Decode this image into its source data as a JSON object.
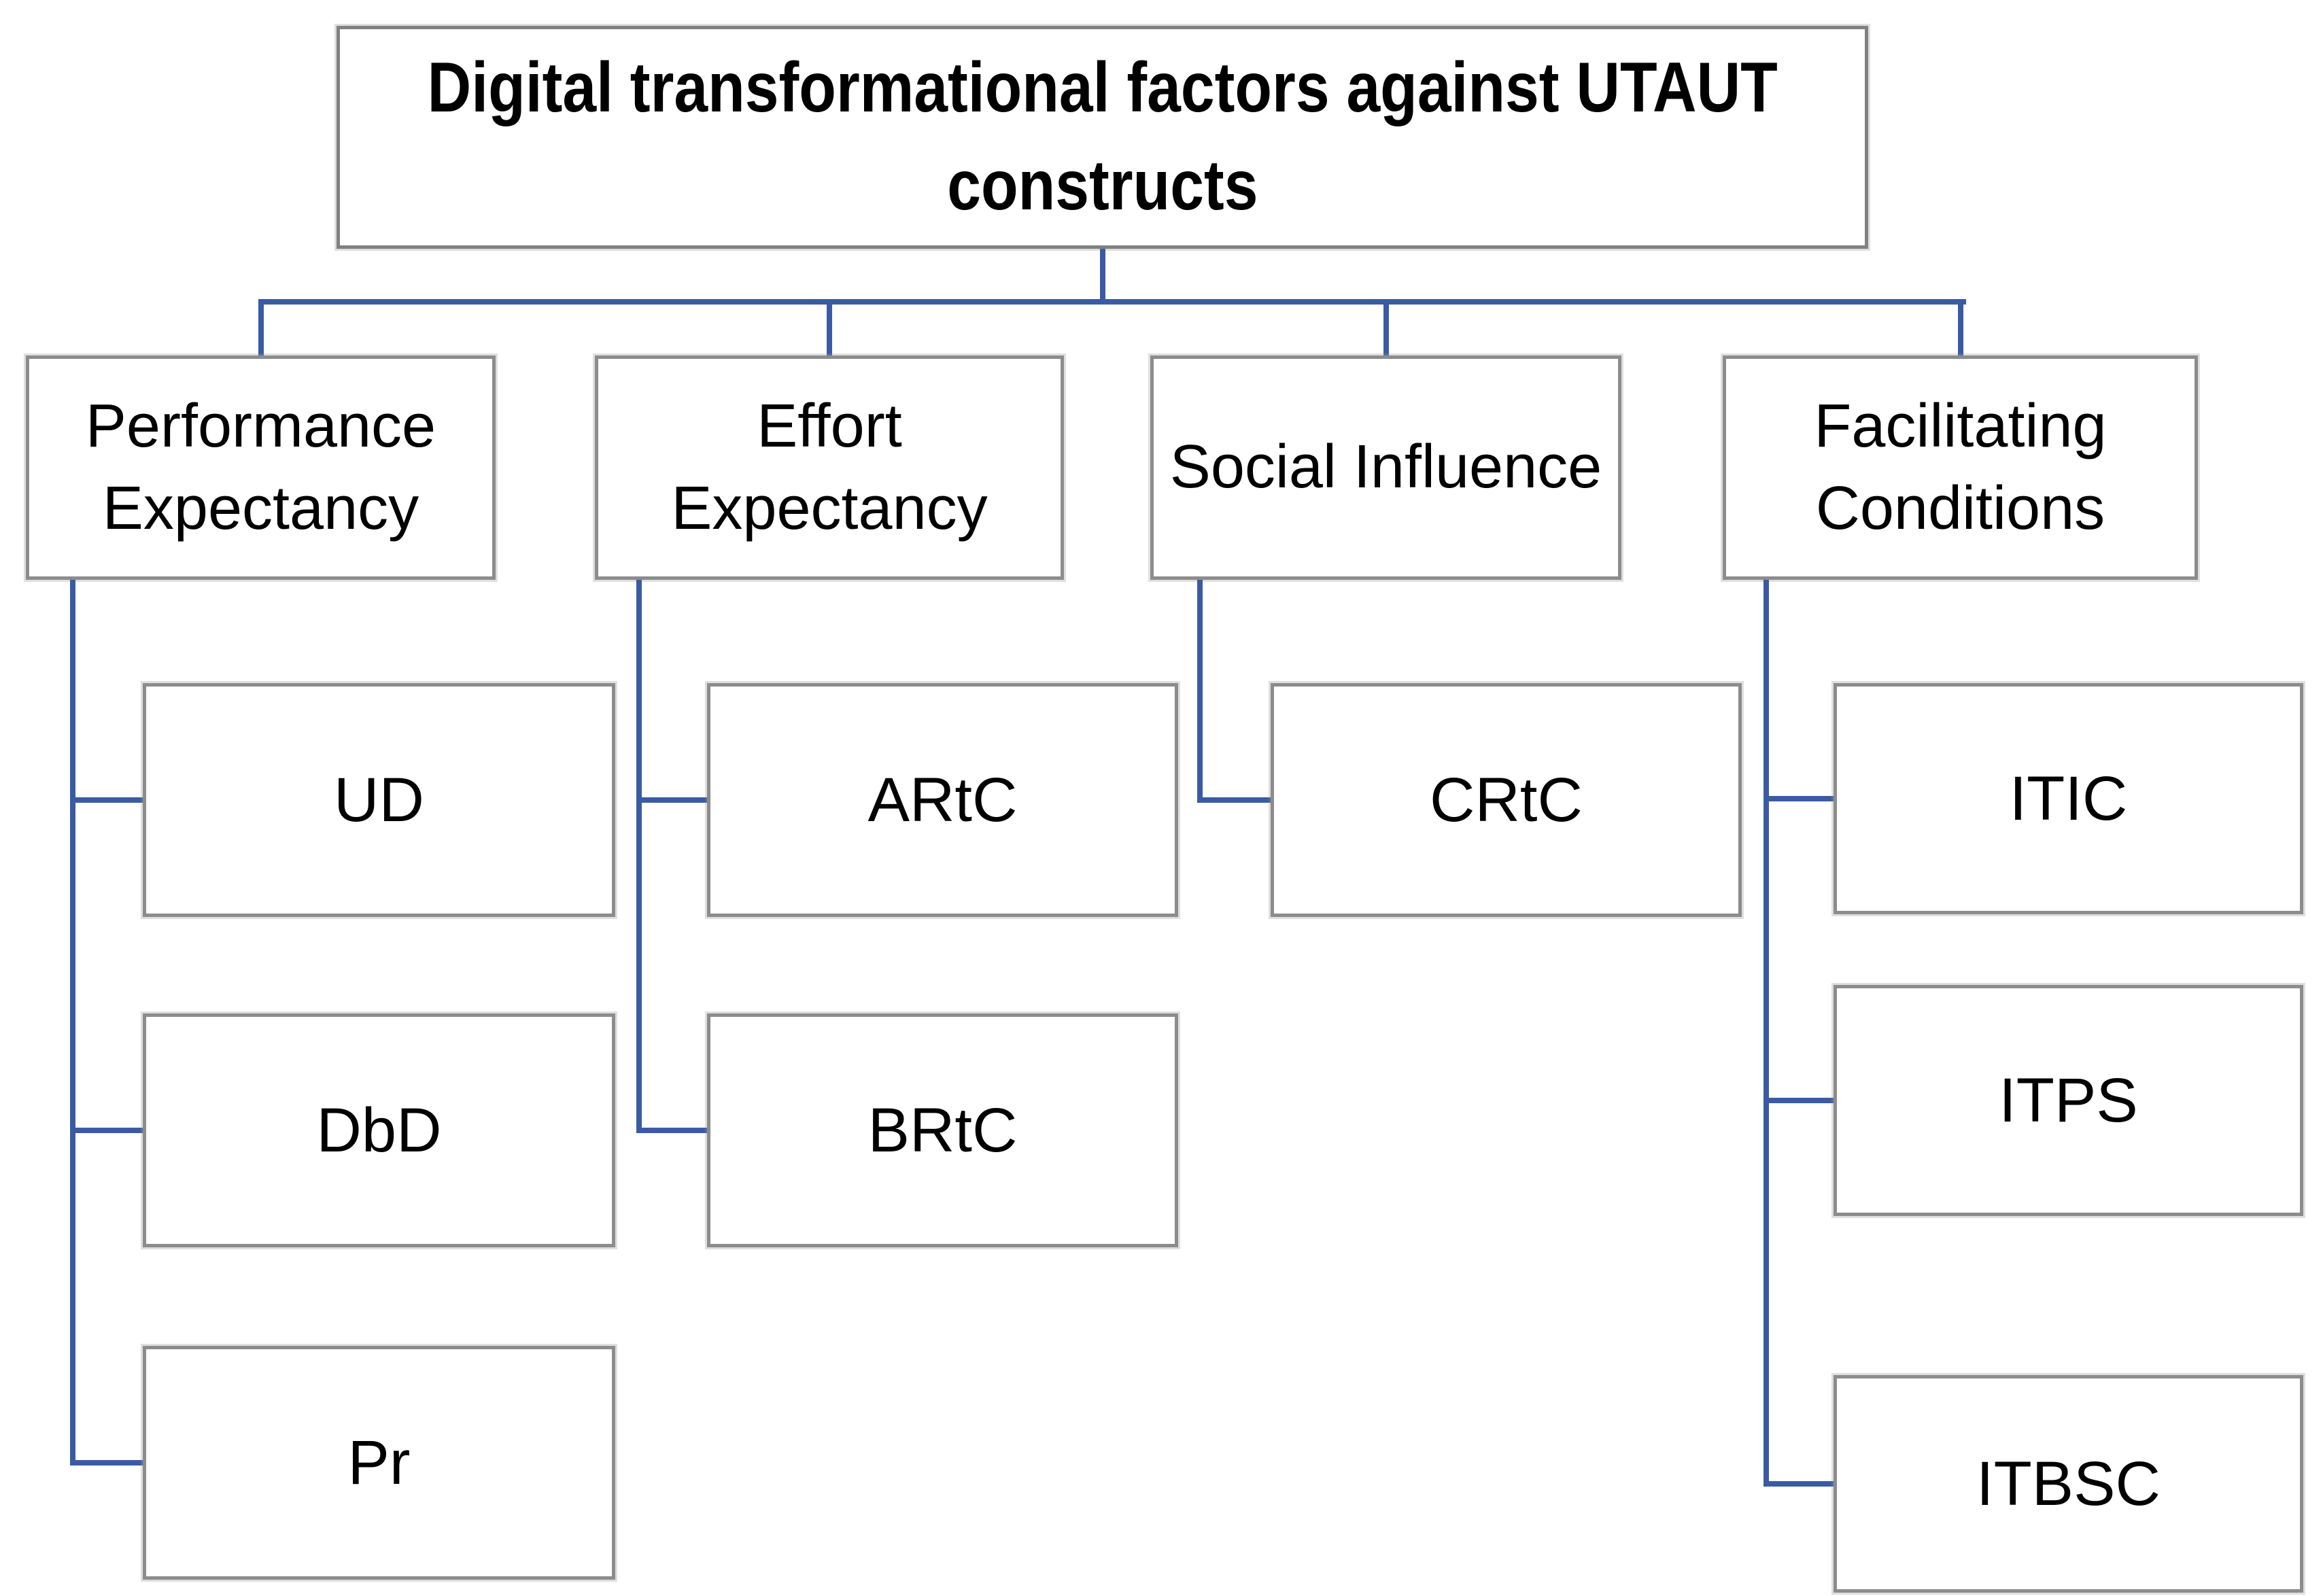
{
  "page": {
    "background": "#FFFFFF"
  },
  "diagram": {
    "type": "hierarchy",
    "title": {
      "text": "Digital transformational factors against UTAUT constructs",
      "lines": [
        "Digital transformational factors against UTAUT",
        "constructs"
      ]
    },
    "colors": {
      "connector": "#3A5BA4",
      "box_border": "#8C8C8C",
      "text": "#000000",
      "background": "#FFFFFF"
    },
    "branches": [
      {
        "label": "Performance Expectancy",
        "children": [
          "UD",
          "DbD",
          "Pr"
        ]
      },
      {
        "label": "Effort Expectancy",
        "children": [
          "ARtC",
          "BRtC"
        ]
      },
      {
        "label": "Social Influence",
        "children": [
          "CRtC"
        ]
      },
      {
        "label": "Facilitating Conditions",
        "children": [
          "ITIC",
          "ITPS",
          "ITBSC"
        ]
      }
    ]
  }
}
